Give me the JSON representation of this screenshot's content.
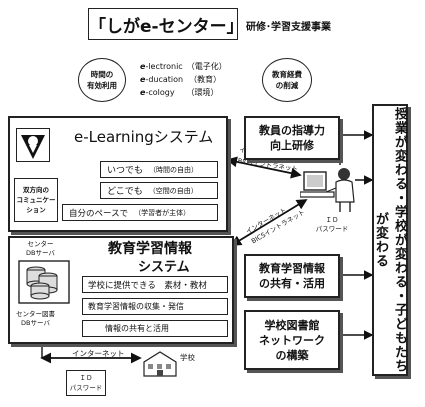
{
  "header": {
    "title": "「しがe-センター」",
    "subtitle": "研修･学習支援事業"
  },
  "top": {
    "left_oval": [
      "時間の",
      "有効利用"
    ],
    "e_words": [
      {
        "e": "e",
        "rest": "-lectronic",
        "jp": "（電子化）"
      },
      {
        "e": "e",
        "rest": "-ducation",
        "jp": "（教育）"
      },
      {
        "e": "e",
        "rest": "-cology",
        "jp": "（環境）"
      }
    ],
    "right_oval": [
      "教育経費",
      "の削減"
    ]
  },
  "elearning": {
    "title": "e-Learningシステム",
    "items": [
      {
        "main": "いつでも",
        "sub": "（時間の自由）"
      },
      {
        "main": "どこでも",
        "sub": "（空間の自由）"
      },
      {
        "main": "自分のペースで",
        "sub": "（学習者が主体）"
      }
    ],
    "comm_lines": [
      "双方向の",
      "コミュニケー",
      "ション"
    ]
  },
  "info_system": {
    "title_line1": "教育学習情報",
    "title_line2": "システム",
    "center_server_label": [
      "センター",
      "DBサーバ"
    ],
    "library_server_label": [
      "センター図書",
      "DBサーバ"
    ],
    "items": [
      "学校に提供できる　素材・教材",
      "教育学習情報の収集・発信",
      "情報の共有と活用"
    ]
  },
  "network": {
    "upper_label": [
      "インターネット",
      "BICSイントラネット"
    ],
    "lower_label": [
      "インターネット",
      "BICSイントラネット"
    ],
    "bottom_internet": "インターネット",
    "id_box": [
      "ＩＤ",
      "パスワード"
    ],
    "user_id": [
      "ＩＤ",
      "パスワード"
    ],
    "school_label": "学校"
  },
  "outcomes": [
    [
      "教員の指導力",
      "向上研修"
    ],
    [
      "教育学習情報",
      "の共有・活用"
    ],
    [
      "学校図書館",
      "ネットワーク",
      "の構築"
    ]
  ],
  "banner": "授業が変わる・学校が変わる・子どもたちが変わる"
}
